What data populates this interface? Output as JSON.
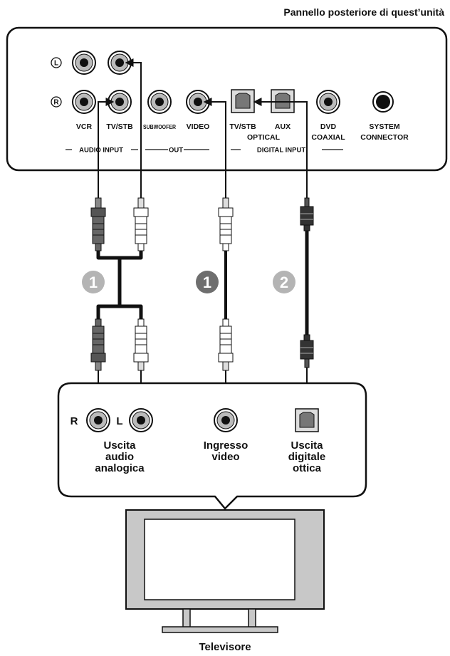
{
  "header": {
    "title": "Pannello posteriore di quest’unità"
  },
  "panel": {
    "left_marker": "L",
    "right_marker": "R",
    "jack_labels": [
      "VCR",
      "TV/STB",
      "SUBWOOFER",
      "VIDEO",
      "TV/STB",
      "AUX",
      "DVD",
      "SYSTEM"
    ],
    "jack_labels_line2": {
      "optical": "OPTICAL",
      "coaxial": "COAXIAL",
      "connector": "CONNECTOR"
    },
    "groups": {
      "audio_input": "AUDIO INPUT",
      "out": "OUT",
      "digital_input": "DIGITAL INPUT"
    }
  },
  "cables": {
    "numbers": [
      "1",
      "1",
      "2"
    ]
  },
  "tv_panel": {
    "r_label": "R",
    "l_label": "L",
    "outputs": [
      {
        "lines": [
          "Uscita",
          "audio",
          "analogica"
        ]
      },
      {
        "lines": [
          "Ingresso",
          "video"
        ]
      },
      {
        "lines": [
          "Uscita",
          "digitale",
          "ottica"
        ]
      }
    ]
  },
  "tv": {
    "label": "Televisore"
  },
  "colors": {
    "ink": "#111111",
    "panel_fill": "#ffffff",
    "tv_fill": "#c8c8c8",
    "badge_dark": "#6e6e6e",
    "badge_light": "#b4b4b4",
    "plug_dark": "#666666",
    "plug_light": "#ffffff"
  }
}
